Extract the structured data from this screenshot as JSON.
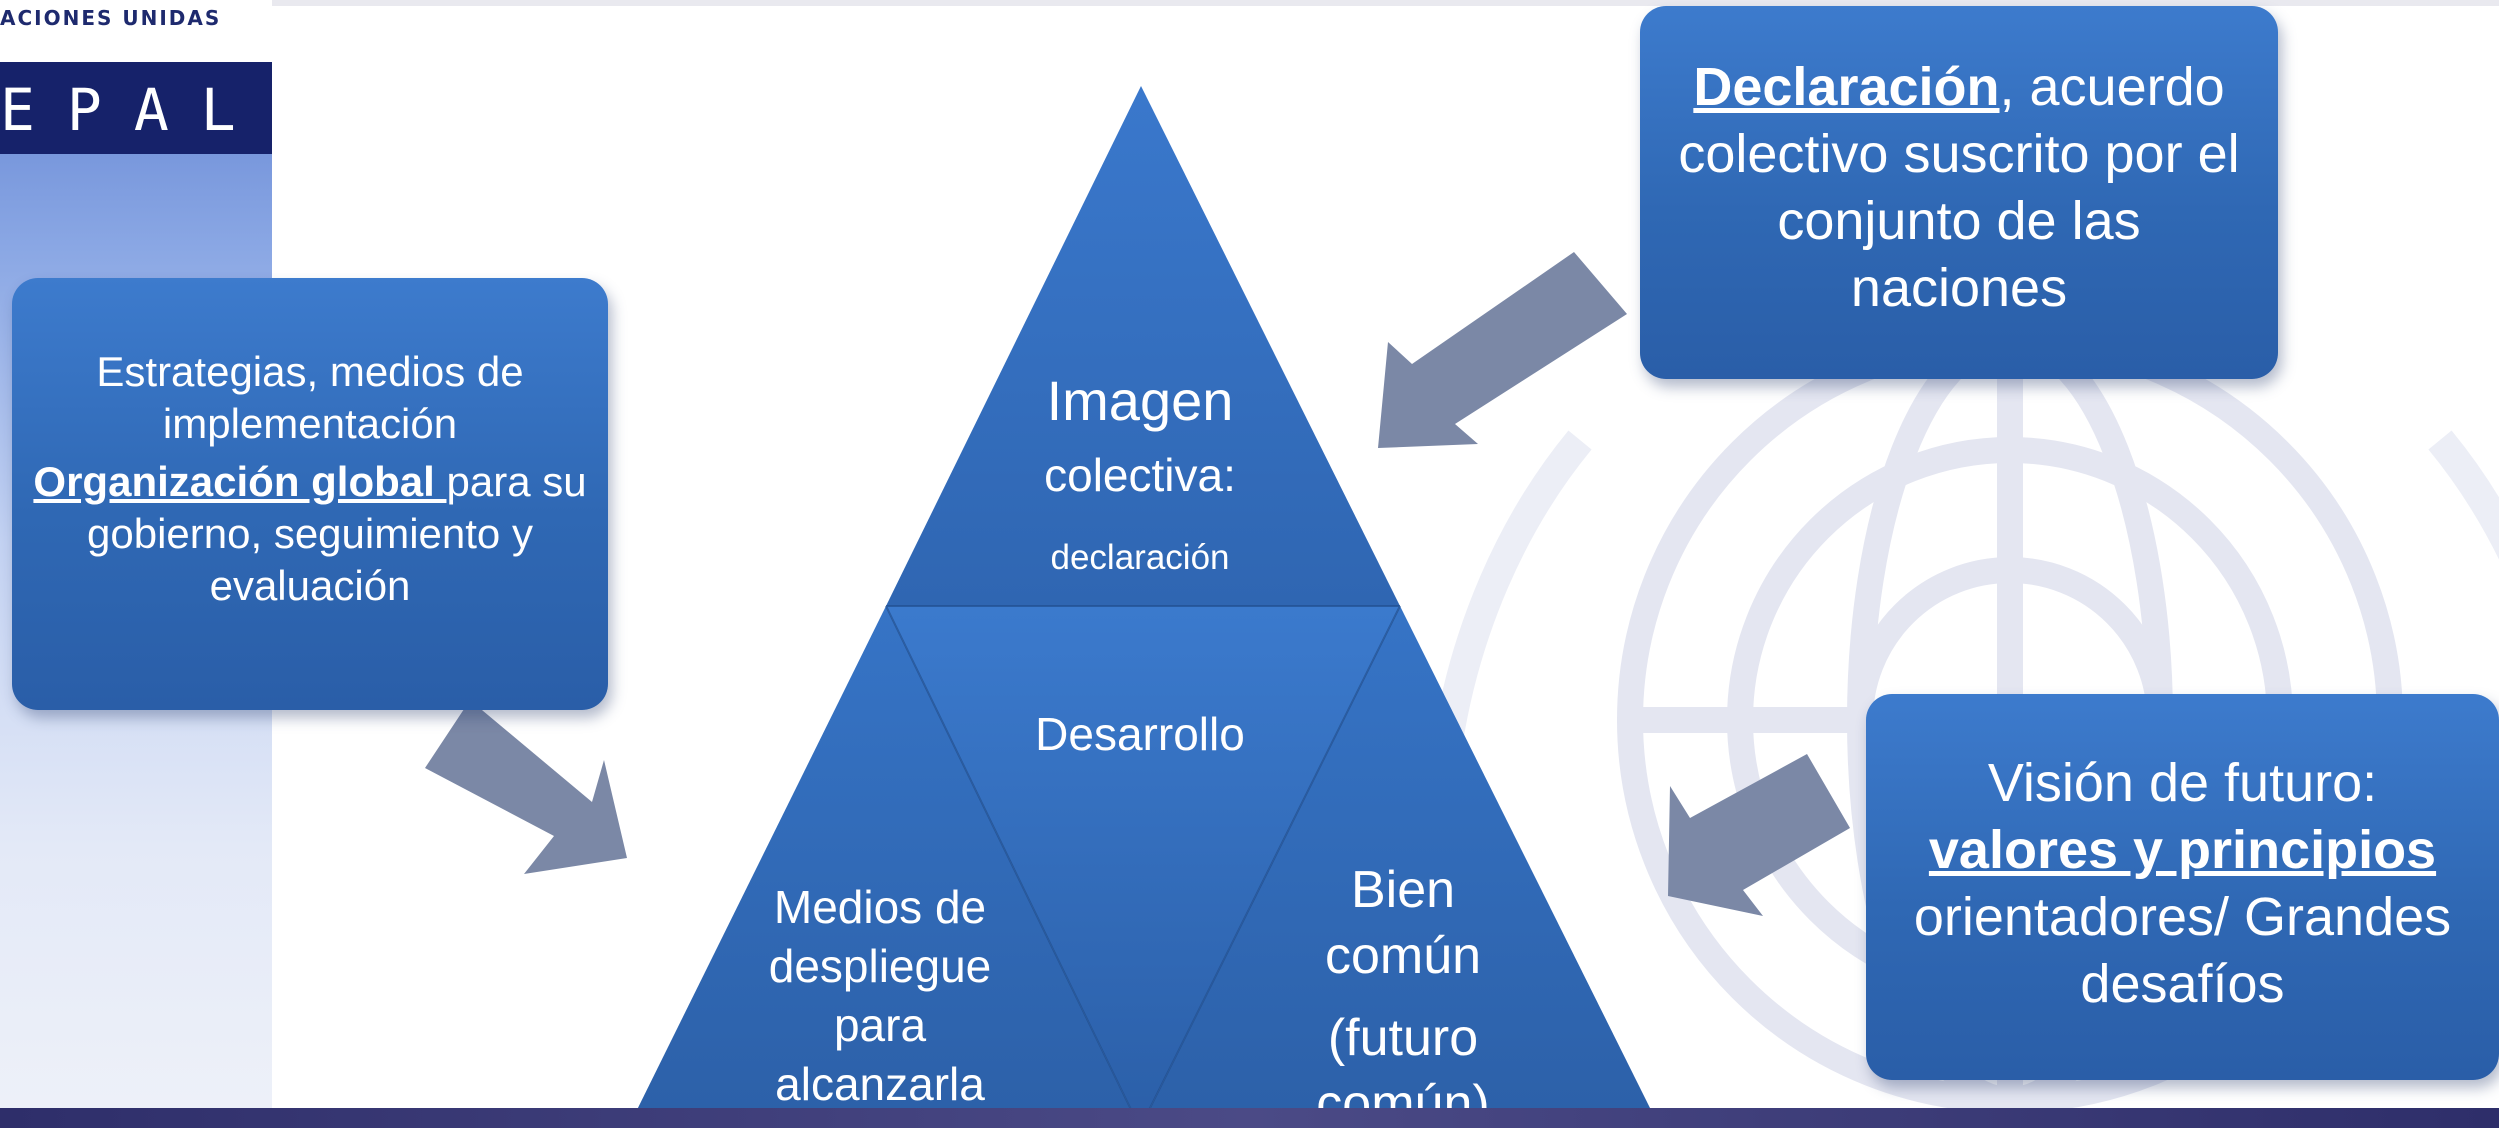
{
  "sidebar": {
    "org_name": "ACIONES UNIDAS",
    "acronym": "EPAL"
  },
  "colors": {
    "box_top": "#3d7bcd",
    "box_bottom": "#2a5ea8",
    "triangle_top": "#3a78cc",
    "triangle_bottom": "#2d62aa",
    "arrow": "#7b88a6",
    "sidebar_dark": "#16226a",
    "bottom_bar": "#3a3a78"
  },
  "left_box": {
    "line1": "Estrategias, medios de implementación",
    "underlined": "Organización global ",
    "rest": "para su gobierno, seguimiento y evaluación"
  },
  "top_box": {
    "underlined": "Declaración",
    "rest": ", acuerdo colectivo suscrito por el conjunto de las naciones"
  },
  "right_box": {
    "line1": "Visión de futuro:",
    "underlined": "valores y principios",
    "rest": "orientadores/ Grandes desafíos"
  },
  "pyramid": {
    "top_title": "Imagen",
    "top_sub": "colectiva:",
    "top_small": "declaración",
    "center": "Desarrollo",
    "left_lines": [
      "Medios de",
      "despliegue",
      "para",
      "alcanzarla"
    ],
    "right_lines": [
      "Bien",
      "común",
      "(futuro",
      "común)"
    ]
  },
  "icons": {
    "arrows": [
      "arrow-top-right-icon",
      "arrow-left-icon",
      "arrow-right-icon"
    ],
    "watermark": "un-emblem-icon"
  }
}
